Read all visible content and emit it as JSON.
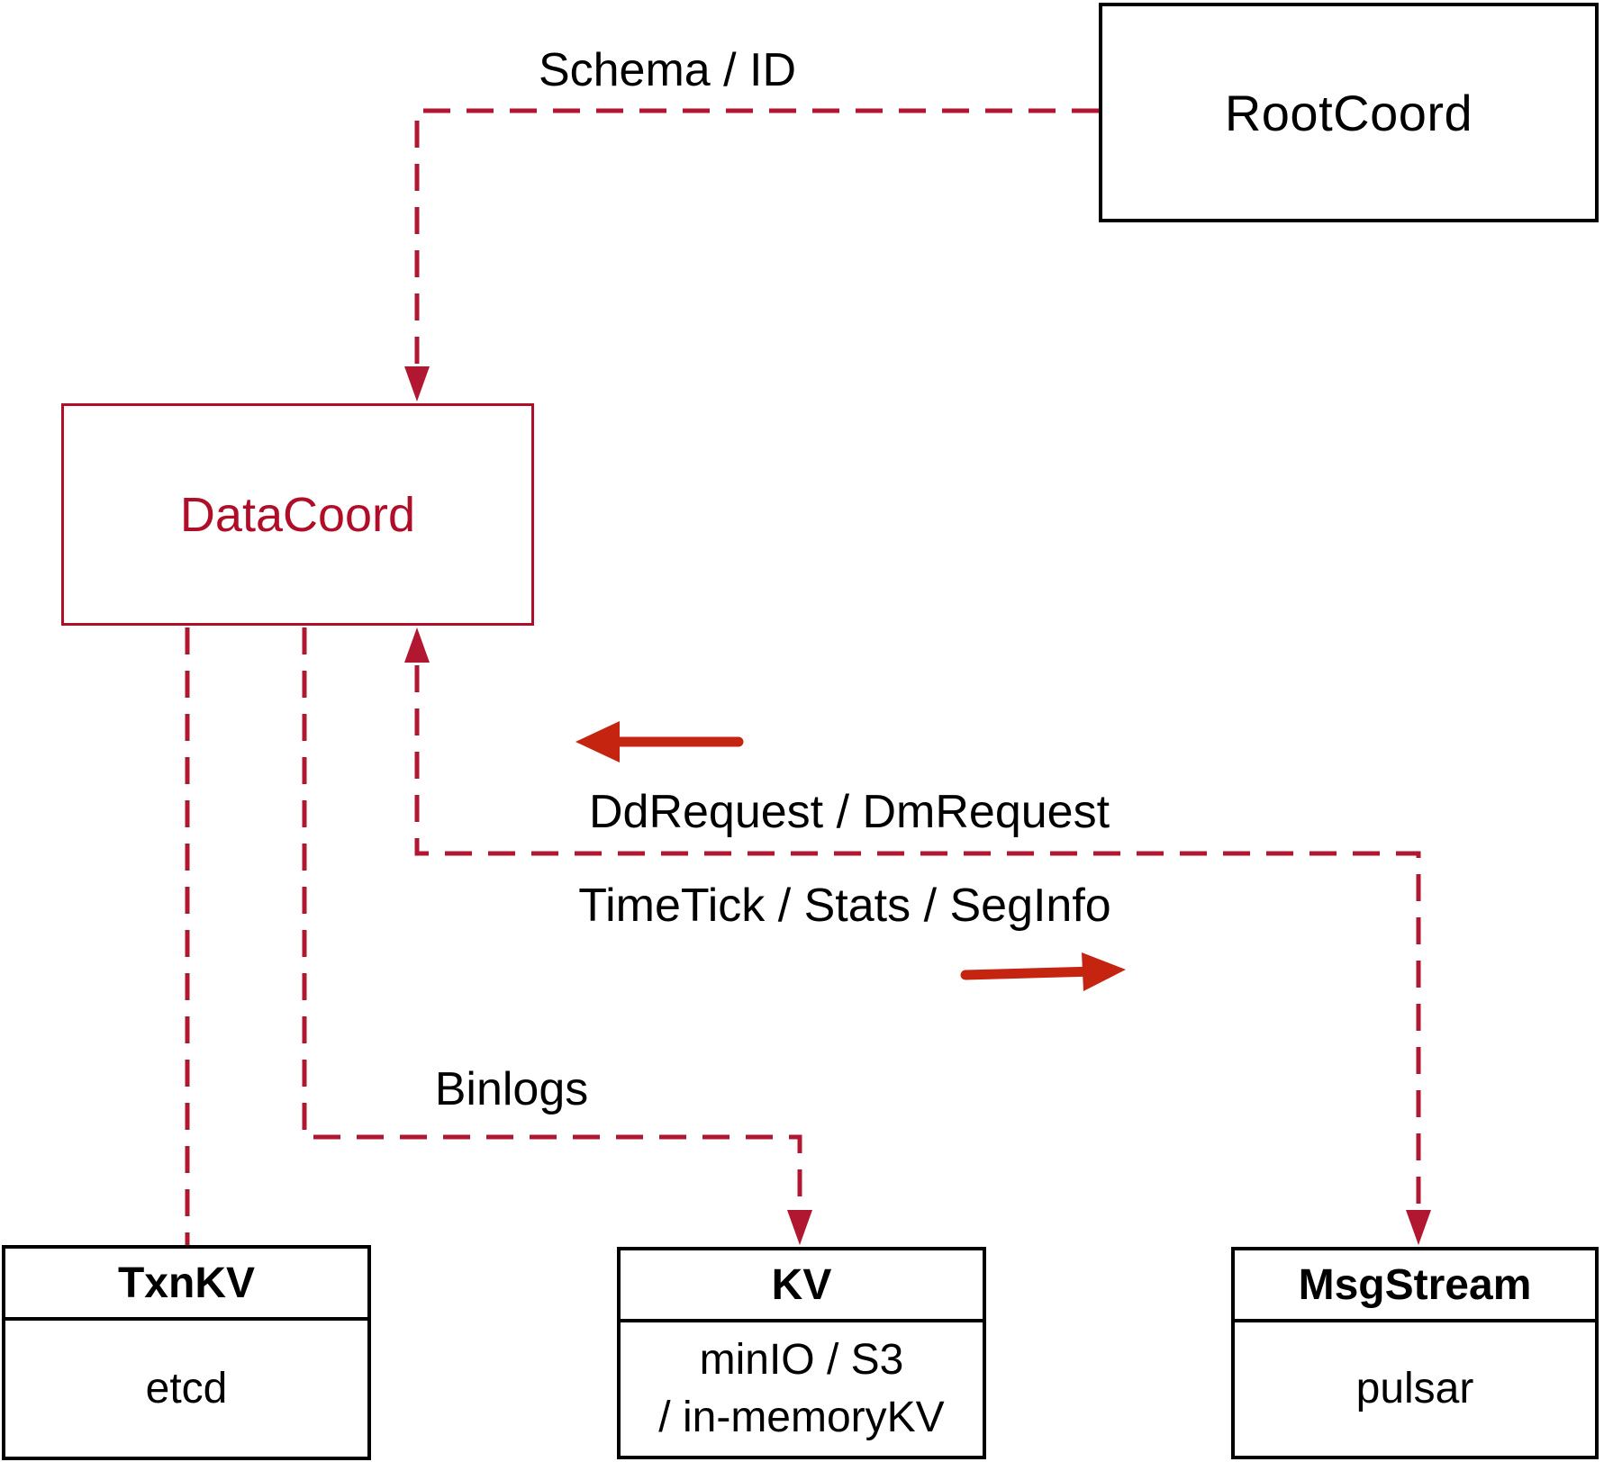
{
  "diagram": {
    "nodes": {
      "rootcoord": {
        "label": "RootCoord"
      },
      "datacoord": {
        "label": "DataCoord"
      },
      "txnkv": {
        "title": "TxnKV",
        "value": "etcd"
      },
      "kv": {
        "title": "KV",
        "value_line1": "minIO / S3",
        "value_line2": "/ in-memoryKV"
      },
      "msgstream": {
        "title": "MsgStream",
        "value": "pulsar"
      }
    },
    "edges": {
      "schema_id": {
        "label": "Schema / ID"
      },
      "ddrequest": {
        "label": "DdRequest / DmRequest"
      },
      "timetick": {
        "label": "TimeTick / Stats / SegInfo"
      },
      "binlogs": {
        "label": "Binlogs"
      }
    },
    "colors": {
      "dashed_connector": "#b21732",
      "solid_arrow": "#c52410",
      "datacoord_accent": "#b00e28",
      "box_border": "#000000"
    }
  }
}
